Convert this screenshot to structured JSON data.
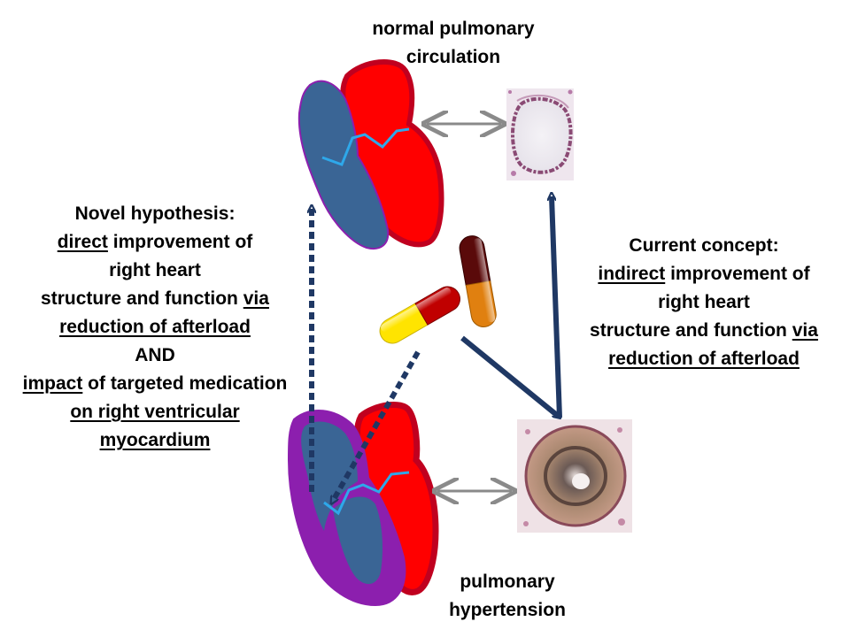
{
  "labels": {
    "normal": [
      "normal pulmonary",
      "circulation"
    ],
    "ph": [
      "pulmonary",
      "hypertension"
    ]
  },
  "novel": {
    "l1": "Novel hypothesis:",
    "l2_u": "direct",
    "l2_rest": " improvement of",
    "l3": "right heart",
    "l4_pre": "structure and function ",
    "l4_u": "via",
    "l5_u": "reduction of afterload",
    "l6": "AND",
    "l7_u": "impact",
    "l7_rest": " of targeted medication",
    "l8_u": "on right ventricular",
    "l9_u": "myocardium"
  },
  "current": {
    "l1": "Current concept:",
    "l2_u": "indirect",
    "l2_rest": " improvement of",
    "l3": "right heart",
    "l4_pre": "structure and function ",
    "l4_u": "via",
    "l5_u": "reduction of afterload"
  },
  "colors": {
    "lv_red": "#ff0000",
    "lv_border": "#c0001f",
    "rv_blue": "#3a6595",
    "rv_border_hypertrophy": "#8c1fae",
    "septum_line": "#2ea8ea",
    "navy_arrow": "#1f3864",
    "gray_arrow": "#8a8a8a"
  },
  "icons": [
    "normal-heart",
    "hypertrophic-heart",
    "normal-artery-histology",
    "remodeled-artery-histology",
    "capsule-red-yellow",
    "capsule-brown-orange"
  ]
}
